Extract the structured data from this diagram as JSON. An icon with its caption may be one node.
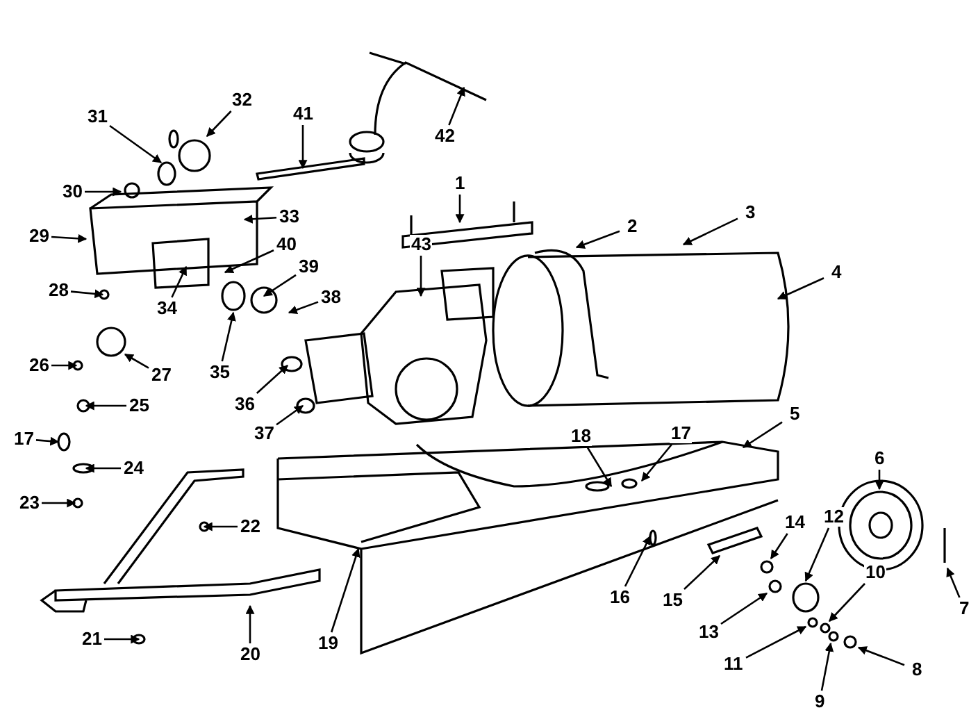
{
  "diagram": {
    "nodes": [
      {
        "text": [
          "1"
        ]
      },
      {
        "text": [
          "2"
        ]
      },
      {
        "text": [
          "3"
        ]
      },
      {
        "text": [
          "4"
        ]
      },
      {
        "text": [
          "5"
        ]
      },
      {
        "text": [
          "6"
        ]
      },
      {
        "text": [
          "7"
        ]
      },
      {
        "text": [
          "8"
        ]
      },
      {
        "text": [
          "9"
        ]
      },
      {
        "text": [
          "10"
        ]
      },
      {
        "text": [
          "11"
        ]
      },
      {
        "text": [
          "12"
        ]
      },
      {
        "text": [
          "13"
        ]
      },
      {
        "text": [
          "14"
        ]
      },
      {
        "text": [
          "15"
        ]
      },
      {
        "text": [
          "16"
        ]
      },
      {
        "text": [
          "17"
        ]
      },
      {
        "text": [
          "17"
        ]
      },
      {
        "text": [
          "18"
        ]
      },
      {
        "text": [
          "19"
        ]
      },
      {
        "text": [
          "20"
        ]
      },
      {
        "text": [
          "21"
        ]
      },
      {
        "text": [
          "22"
        ]
      },
      {
        "text": [
          "23"
        ]
      },
      {
        "text": [
          "24"
        ]
      },
      {
        "text": [
          "25"
        ]
      },
      {
        "text": [
          "26"
        ]
      },
      {
        "text": [
          "27"
        ]
      },
      {
        "text": [
          "28"
        ]
      },
      {
        "text": [
          "29"
        ]
      },
      {
        "text": [
          "30"
        ]
      },
      {
        "text": [
          "31"
        ]
      },
      {
        "text": [
          "32"
        ]
      },
      {
        "text": [
          "33"
        ]
      },
      {
        "text": [
          "34"
        ]
      },
      {
        "text": [
          "35"
        ]
      },
      {
        "text": [
          "36"
        ]
      },
      {
        "text": [
          "37"
        ]
      },
      {
        "text": [
          "38"
        ]
      },
      {
        "text": [
          "39"
        ]
      },
      {
        "text": [
          "40"
        ]
      },
      {
        "text": [
          "41"
        ]
      },
      {
        "text": [
          "42"
        ]
      },
      {
        "text": [
          "43"
        ]
      }
    ],
    "edges": [
      {
        "from": 0,
        "to": null,
        "arrow": "to"
      },
      {
        "from": 1,
        "to": null,
        "arrow": "to"
      },
      {
        "from": 2,
        "to": null,
        "arrow": "to"
      },
      {
        "from": 3,
        "to": null,
        "arrow": "to"
      },
      {
        "from": 4,
        "to": null,
        "arrow": "to"
      },
      {
        "from": 5,
        "to": null,
        "arrow": "to"
      },
      {
        "from": 6,
        "to": null,
        "arrow": "to"
      },
      {
        "from": 7,
        "to": null,
        "arrow": "to"
      },
      {
        "from": 8,
        "to": null,
        "arrow": "to"
      },
      {
        "from": 9,
        "to": null,
        "arrow": "to"
      },
      {
        "from": 10,
        "to": null,
        "arrow": "to"
      },
      {
        "from": 11,
        "to": null,
        "arrow": "to"
      },
      {
        "from": 12,
        "to": null,
        "arrow": "to"
      },
      {
        "from": 13,
        "to": null,
        "arrow": "to"
      },
      {
        "from": 14,
        "to": null,
        "arrow": "to"
      },
      {
        "from": 15,
        "to": null,
        "arrow": "to"
      },
      {
        "from": 16,
        "to": null,
        "arrow": "to"
      },
      {
        "from": 17,
        "to": null,
        "arrow": "to"
      },
      {
        "from": 18,
        "to": null,
        "arrow": "to"
      },
      {
        "from": 19,
        "to": null,
        "arrow": "to"
      },
      {
        "from": 20,
        "to": null,
        "arrow": "to"
      },
      {
        "from": 21,
        "to": null,
        "arrow": "to"
      },
      {
        "from": 22,
        "to": null,
        "arrow": "to"
      },
      {
        "from": 23,
        "to": null,
        "arrow": "to"
      },
      {
        "from": 24,
        "to": null,
        "arrow": "to"
      },
      {
        "from": 25,
        "to": null,
        "arrow": "to"
      },
      {
        "from": 26,
        "to": null,
        "arrow": "to"
      },
      {
        "from": 27,
        "to": null,
        "arrow": "to"
      },
      {
        "from": 28,
        "to": null,
        "arrow": "to"
      },
      {
        "from": 29,
        "to": null,
        "arrow": "to"
      },
      {
        "from": 30,
        "to": null,
        "arrow": "to"
      },
      {
        "from": 31,
        "to": null,
        "arrow": "to"
      },
      {
        "from": 32,
        "to": null,
        "arrow": "to"
      },
      {
        "from": 33,
        "to": null,
        "arrow": "to"
      },
      {
        "from": 34,
        "to": null,
        "arrow": "to"
      },
      {
        "from": 35,
        "to": null,
        "arrow": "to"
      },
      {
        "from": 36,
        "to": null,
        "arrow": "to"
      },
      {
        "from": 37,
        "to": null,
        "arrow": "to"
      },
      {
        "from": 38,
        "to": null,
        "arrow": "to"
      },
      {
        "from": 39,
        "to": null,
        "arrow": "to"
      },
      {
        "from": 40,
        "to": null,
        "arrow": "to"
      },
      {
        "from": 41,
        "to": null,
        "arrow": "to"
      },
      {
        "from": 42,
        "to": null,
        "arrow": "to"
      },
      {
        "from": 43,
        "to": null,
        "arrow": "to"
      }
    ]
  }
}
